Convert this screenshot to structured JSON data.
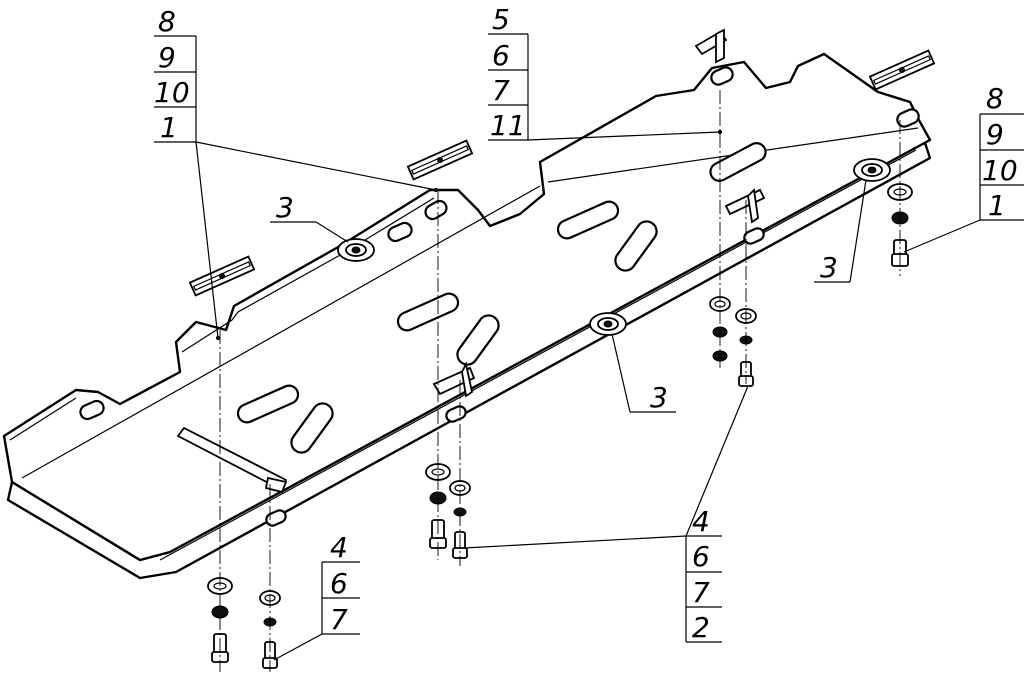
{
  "callouts": {
    "upper_left": [
      "8",
      "9",
      "10",
      "1"
    ],
    "upper_middle": [
      "5",
      "6",
      "7",
      "11"
    ],
    "right": [
      "8",
      "9",
      "10",
      "1"
    ],
    "lower_left": [
      "4",
      "6",
      "7"
    ],
    "lower_right": [
      "4",
      "6",
      "7",
      "2"
    ],
    "nut_left": "3",
    "nut_middle": "3",
    "nut_right": "3"
  },
  "colors": {
    "ink": "#000000",
    "paper": "#ffffff"
  }
}
